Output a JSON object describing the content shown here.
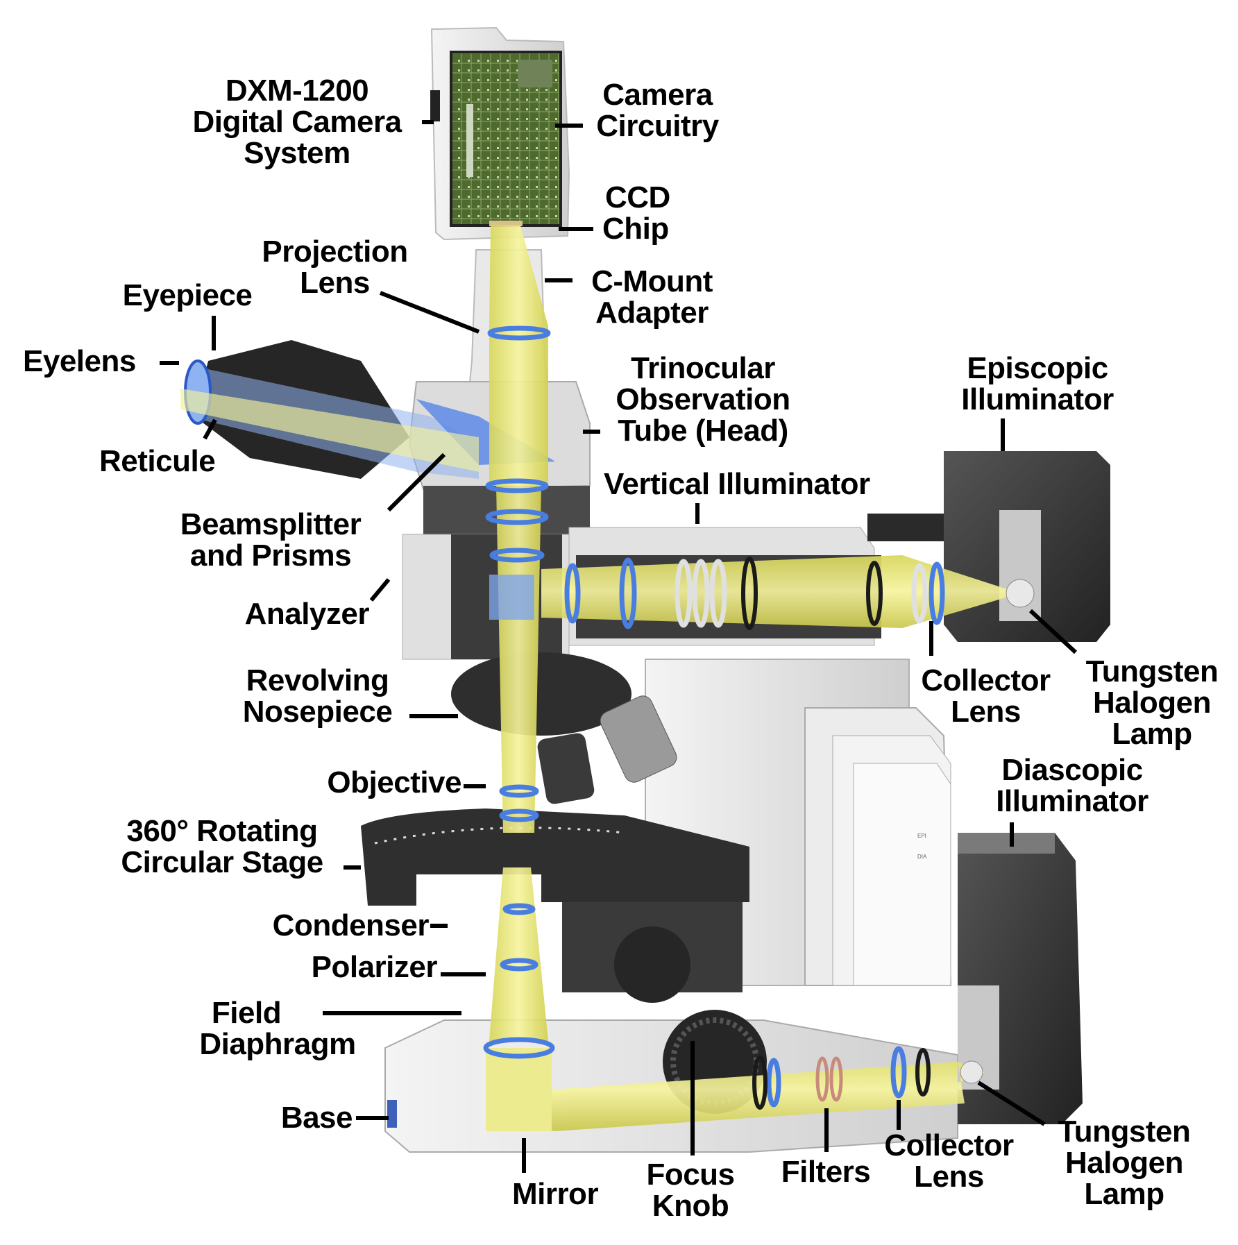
{
  "diagram": {
    "title": "Microscope optical pathway cutaway (DXM-1200 system)",
    "colors": {
      "light_path": "#e8e86a",
      "light_path_core": "#f4f29a",
      "lens_ring": "#4a7de0",
      "body_light": "#e6e6e6",
      "body_mid": "#bdbdbd",
      "body_dark": "#3a3a3a",
      "leader_line": "#000000",
      "circuit_board": "#4f6a2e"
    },
    "labels": {
      "dxm": [
        "DXM-1200",
        "Digital Camera",
        "System"
      ],
      "camera_circuitry": [
        "Camera",
        "Circuitry"
      ],
      "ccd_chip": [
        "CCD",
        "Chip"
      ],
      "projection_lens": [
        "Projection",
        "Lens"
      ],
      "c_mount": [
        "C-Mount",
        "Adapter"
      ],
      "eyepiece": [
        "Eyepiece"
      ],
      "eyelens": [
        "Eyelens"
      ],
      "reticule": [
        "Reticule"
      ],
      "trinocular": [
        "Trinocular",
        "Observation",
        "Tube (Head)"
      ],
      "episcopic": [
        "Episcopic",
        "Illuminator"
      ],
      "vertical_illuminator": [
        "Vertical Illuminator"
      ],
      "beamsplitter": [
        "Beamsplitter",
        "and Prisms"
      ],
      "analyzer": [
        "Analyzer"
      ],
      "collector_top": [
        "Collector",
        "Lens"
      ],
      "tungsten_top": [
        "Tungsten",
        "Halogen",
        "Lamp"
      ],
      "revolving": [
        "Revolving",
        "Nosepiece"
      ],
      "diascopic": [
        "Diascopic",
        "Illuminator"
      ],
      "objective": [
        "Objective"
      ],
      "stage": [
        "360° Rotating",
        "Circular Stage"
      ],
      "condenser": [
        "Condenser"
      ],
      "polarizer": [
        "Polarizer"
      ],
      "field_diaphragm": [
        "Field",
        "Diaphragm"
      ],
      "base": [
        "Base"
      ],
      "mirror": [
        "Mirror"
      ],
      "focus_knob": [
        "Focus",
        "Knob"
      ],
      "filters": [
        "Filters"
      ],
      "collector_bottom": [
        "Collector",
        "Lens"
      ],
      "tungsten_bottom": [
        "Tungsten",
        "Halogen",
        "Lamp"
      ]
    },
    "body_marks": [
      "EPI",
      "DIA"
    ]
  }
}
